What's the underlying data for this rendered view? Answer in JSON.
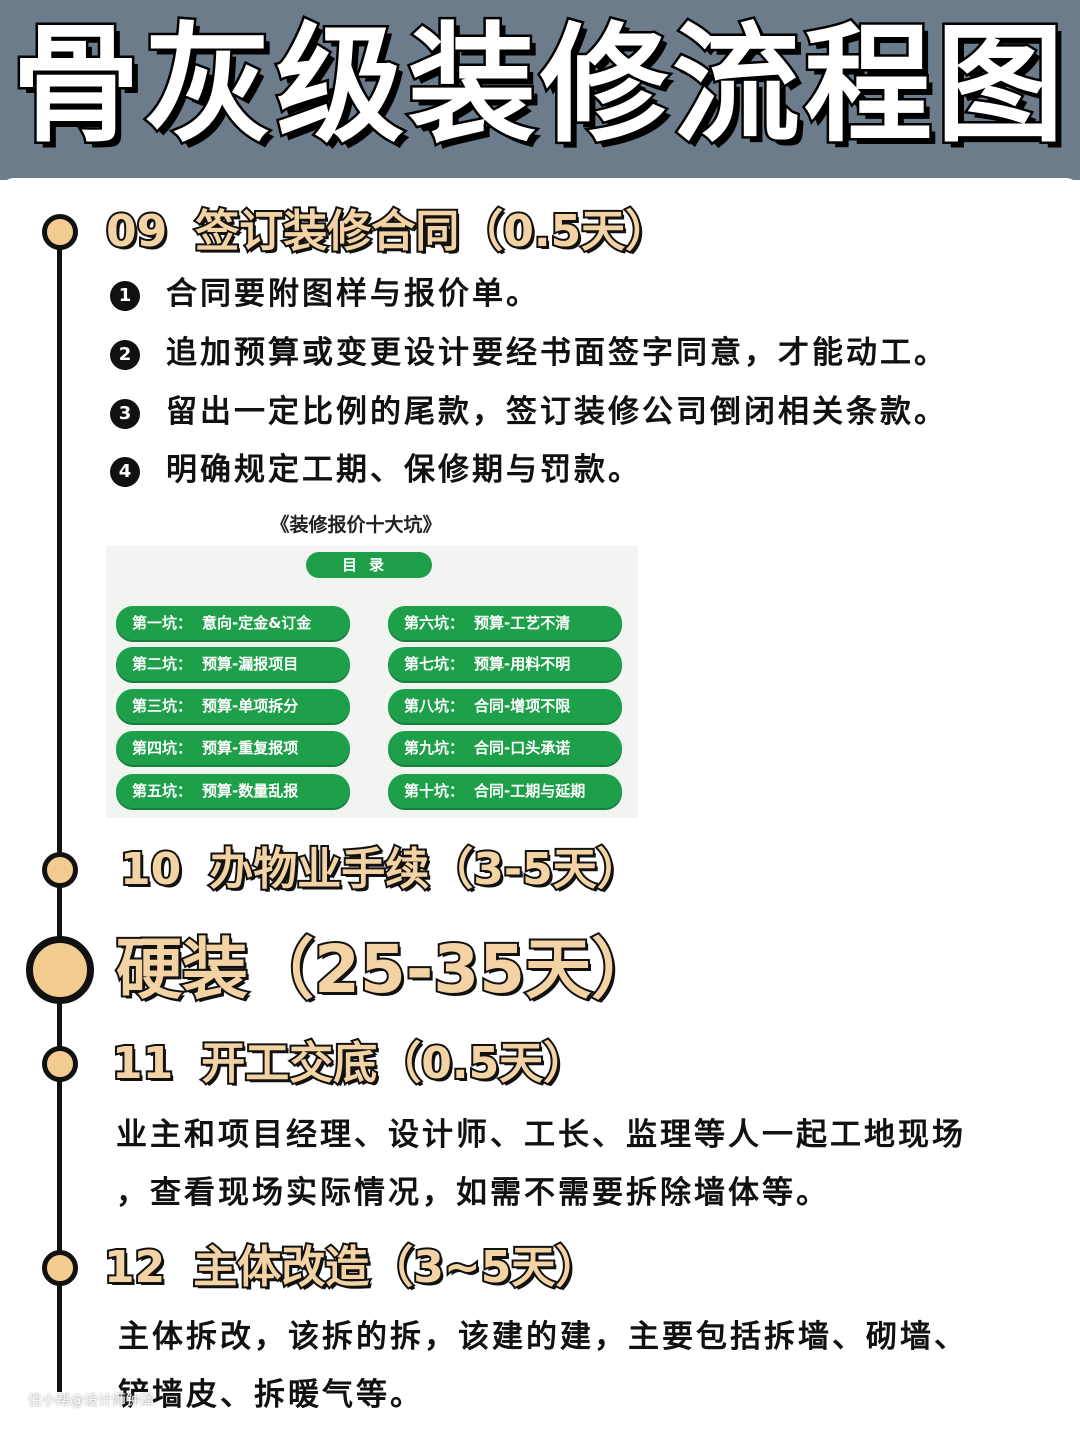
{
  "header": {
    "title": "骨灰级装修流程图"
  },
  "sections": {
    "s09": {
      "num": "09",
      "title": "签订装修合同（0.5天）",
      "items": [
        {
          "bullet": "1",
          "text": "合同要附图样与报价单。"
        },
        {
          "bullet": "2",
          "text": "追加预算或变更设计要经书面签字同意，才能动工。"
        },
        {
          "bullet": "3",
          "text": "留出一定比例的尾款，签订装修公司倒闭相关条款。"
        },
        {
          "bullet": "4",
          "text": "明确规定工期、保修期与罚款。"
        }
      ]
    },
    "s10": {
      "num": "10",
      "title": "办物业手续（3-5天）"
    },
    "phase": {
      "title": "硬装（25-35天）"
    },
    "s11": {
      "num": "11",
      "title": "开工交底（0.5天）",
      "line1": "业主和项目经理、设计师、工长、监理等人一起工地现场",
      "line2": "，查看现场实际情况，如需不需要拆除墙体等。"
    },
    "s12": {
      "num": "12",
      "title": "主体改造（3~5天）",
      "line1": "主体拆改，该拆的拆，该建的建，主要包括拆墙、砌墙、",
      "line2": "铲墙皮、拆暖气等。"
    }
  },
  "embed": {
    "caption": "《装修报价十大坑》",
    "toc": "目录",
    "pits": [
      {
        "k": "第一坑：",
        "v": "意向-定金&订金"
      },
      {
        "k": "第二坑：",
        "v": "预算-漏报项目"
      },
      {
        "k": "第三坑：",
        "v": "预算-单项拆分"
      },
      {
        "k": "第四坑：",
        "v": "预算-重复报项"
      },
      {
        "k": "第五坑：",
        "v": "预算-数量乱报"
      },
      {
        "k": "第六坑：",
        "v": "预算-工艺不清"
      },
      {
        "k": "第七坑：",
        "v": "预算-用料不明"
      },
      {
        "k": "第八坑：",
        "v": "合同-增项不限"
      },
      {
        "k": "第九坑：",
        "v": "合同-口头承诺"
      },
      {
        "k": "第十坑：",
        "v": "合同-工期与延期"
      }
    ]
  },
  "watermark": "住小帮@设计师钟泽",
  "colors": {
    "header_bg": "#6d7c8b",
    "accent_cream": "#f2cc8f",
    "pill_green": "#1ea04a"
  }
}
